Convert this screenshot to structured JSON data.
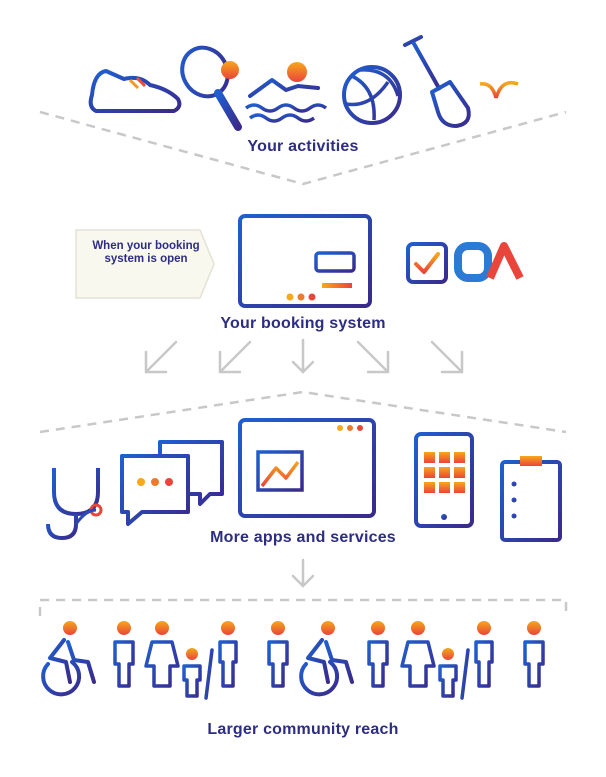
{
  "labels": {
    "activities": "Your activities",
    "booking_system": "Your booking system",
    "callout": "When your booking system is open",
    "more_apps": "More apps and services",
    "community": "Larger community reach"
  },
  "colors": {
    "navy": "#2d2d82",
    "blue": "#1f5fd1",
    "orange": "#f29a1f",
    "red": "#e94e3a",
    "grey": "#c8c8c8"
  },
  "icons": [
    "running-shoe-icon",
    "ping-pong-icon",
    "swimmer-icon",
    "volleyball-icon",
    "shovel-icon",
    "grass-sprout-icon",
    "booking-window-icon",
    "checkbox-icon",
    "openactive-logo-icon",
    "stethoscope-icon",
    "chat-bubbles-icon",
    "web-browser-icon",
    "smartphone-icon",
    "clipboard-icon",
    "wheelchair-user-icon",
    "person-icon",
    "mother-child-icon",
    "elderly-cane-icon"
  ]
}
